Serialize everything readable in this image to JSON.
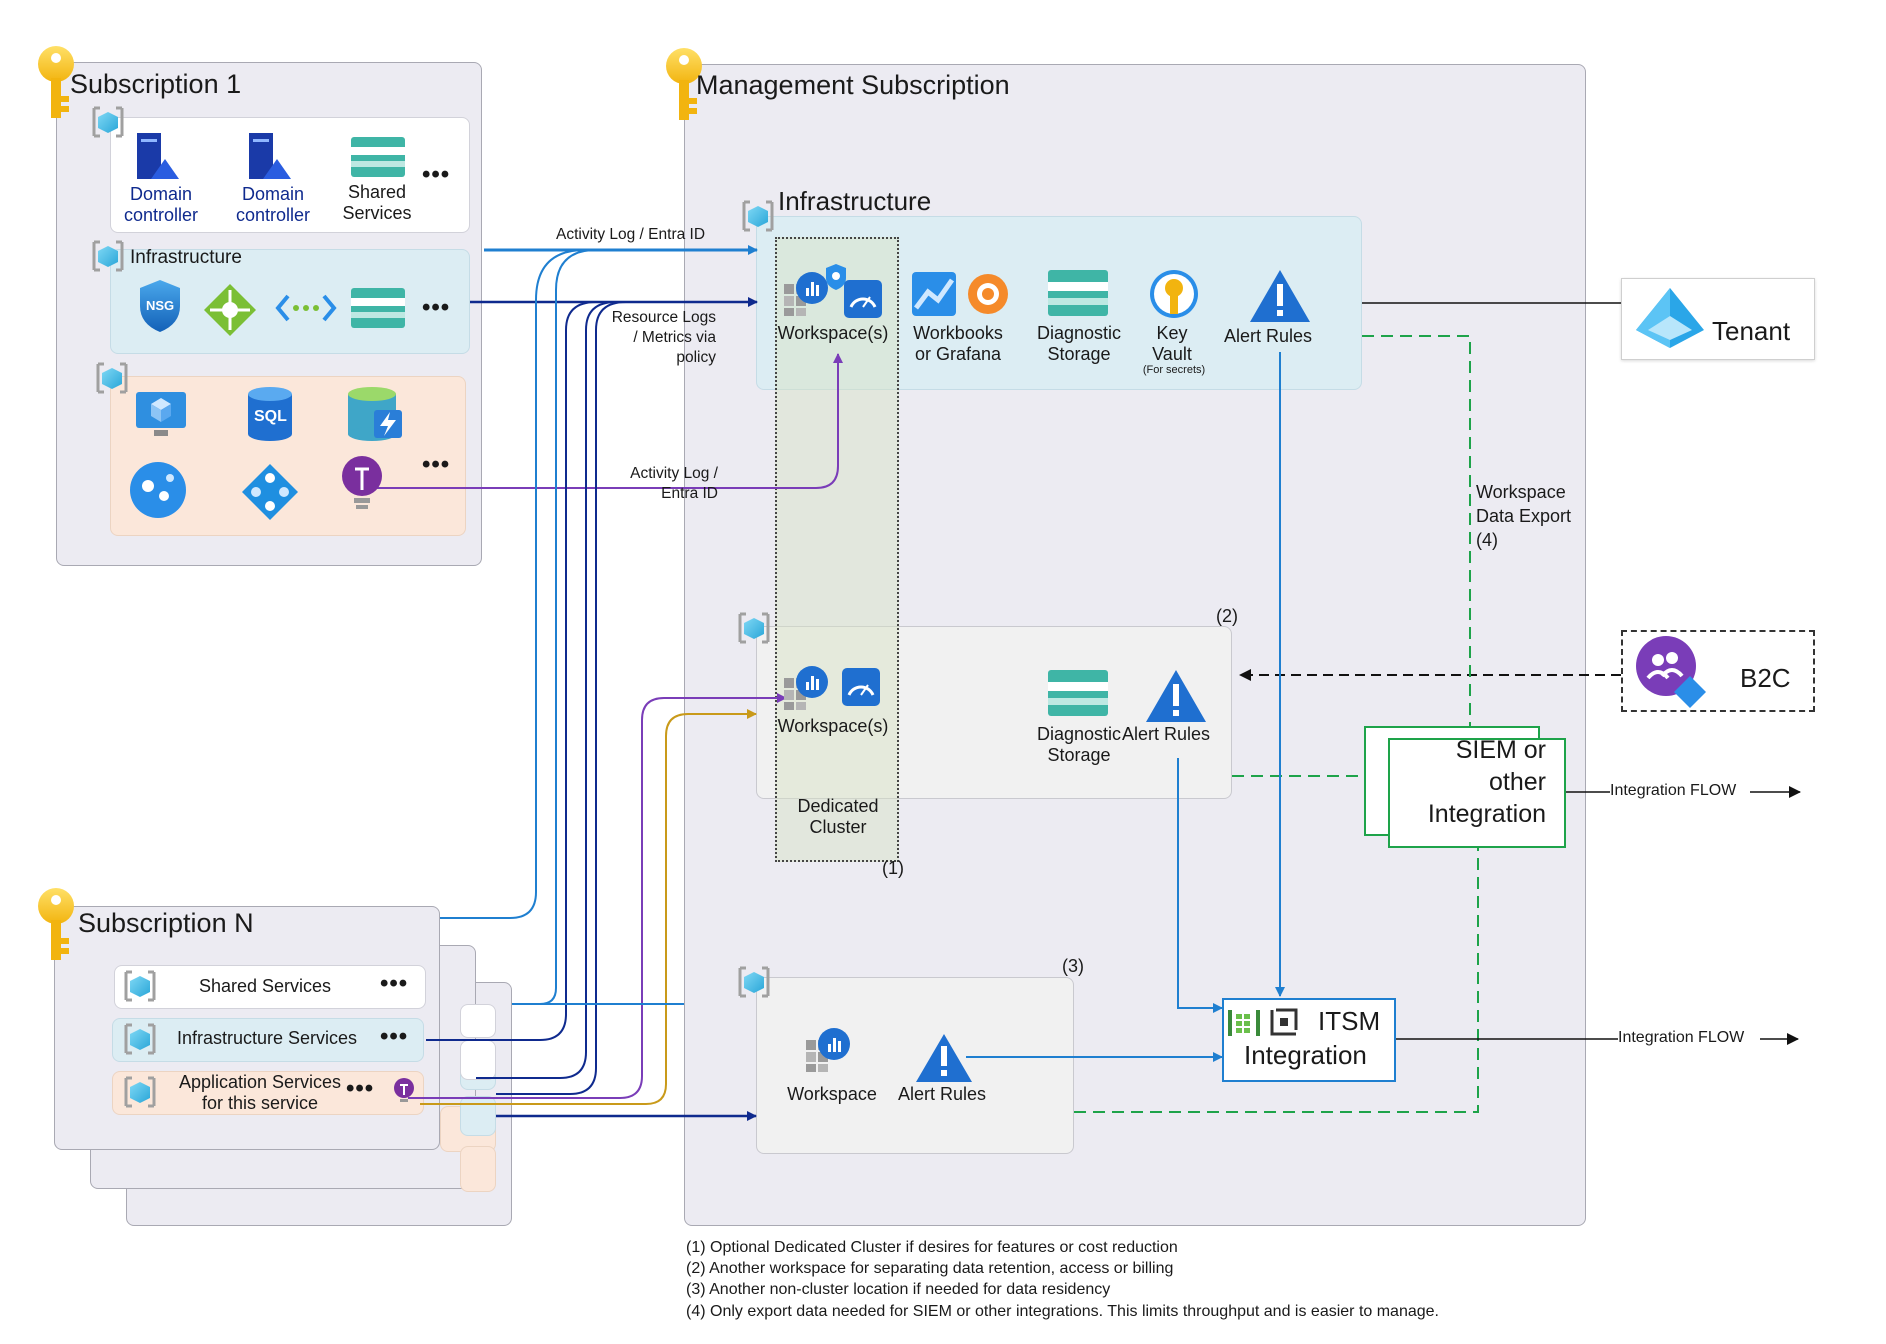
{
  "subscription1": {
    "title": "Subscription 1",
    "top_group": [
      "Domain controller",
      "Domain controller",
      "Shared Services"
    ],
    "infra_title": "Infrastructure",
    "nsg_text": "NSG",
    "sql_text": "SQL"
  },
  "management": {
    "title": "Management Subscription",
    "infra_title": "Infrastructure",
    "infra_items": {
      "workspaces": "Workspace(s)",
      "workbooks": "Workbooks or Grafana",
      "diag": "Diagnostic Storage",
      "keyvault": "Key Vault",
      "keyvault_note": "(For secrets)",
      "alerts": "Alert Rules"
    },
    "cluster_group": {
      "tag": "(2)",
      "workspaces": "Workspace(s)",
      "diag": "Diagnostic Storage",
      "alerts": "Alert Rules"
    },
    "dedicated_cluster": "Dedicated Cluster",
    "dedicated_tag": "(1)",
    "third_group": {
      "tag": "(3)",
      "workspace": "Workspace",
      "alerts": "Alert Rules"
    }
  },
  "arrows": {
    "activity_log_1": "Activity Log / Entra ID",
    "resource_logs": "Resource Logs / Metrics via policy",
    "activity_log_2": "Activity Log / Entra ID"
  },
  "subscriptionN": {
    "title": "Subscription N",
    "rows": [
      "Shared Services",
      "Infrastructure Services",
      "Application Services for this service"
    ]
  },
  "tenant": "Tenant",
  "b2c": "B2C",
  "export": "Workspace Data Export (4)",
  "siem": "SIEM or other Integration",
  "itsm_title": "ITSM",
  "itsm_sub": "Integration",
  "integration_flow": "Integration FLOW",
  "footnotes": [
    "(1) Optional Dedicated Cluster if desires for features or cost reduction",
    "(2) Another workspace for separating data retention, access or billing",
    "(3) Another non-cluster location if needed for data residency",
    "(4) Only export data needed for SIEM or other integrations. This limits throughput and is easier to manage."
  ],
  "colors": {
    "navy": "#0f2a8e",
    "blue": "#1f7fd0",
    "purple": "#7a3db8",
    "gold": "#c99a1a",
    "green": "#1ea34a",
    "gray": "#555555"
  }
}
